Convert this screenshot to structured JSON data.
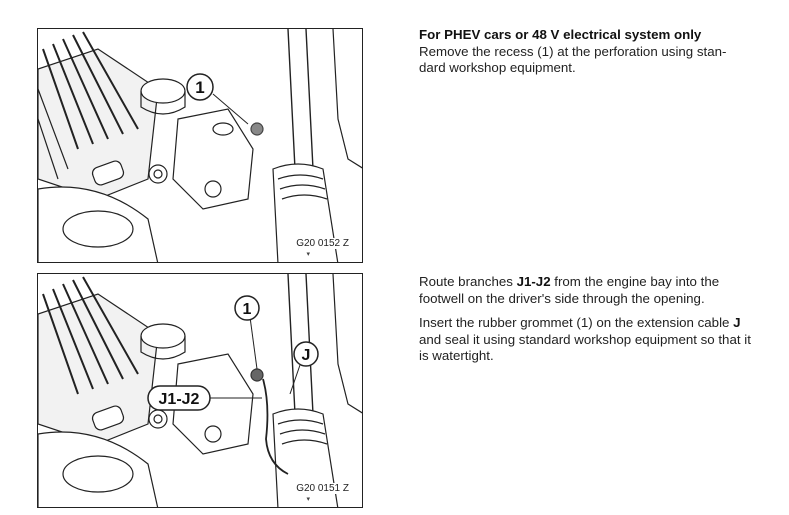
{
  "section1": {
    "heading": "For PHEV cars or 48 V electrical system only",
    "body_line1": "Remove the recess (1) at the perforation using stan-",
    "body_line2": "dard workshop equipment.",
    "figure": {
      "code": "G20 0152 Z",
      "callout": "1",
      "mark": "▾"
    }
  },
  "section2": {
    "p1_pre": "Route branches ",
    "p1_bold": "J1-J2",
    "p1_post": " from the engine bay into the footwell on the driver's side through the opening.",
    "p2_pre": "Insert the rubber grommet (1) on the extension cable ",
    "p2_bold": "J",
    "p2_post": " and seal it using standard workshop equipment so that it is watertight.",
    "figure": {
      "code": "G20 0151 Z",
      "callout_1": "1",
      "callout_j": "J",
      "callout_j1j2": "J1-J2",
      "mark": "▾"
    }
  }
}
